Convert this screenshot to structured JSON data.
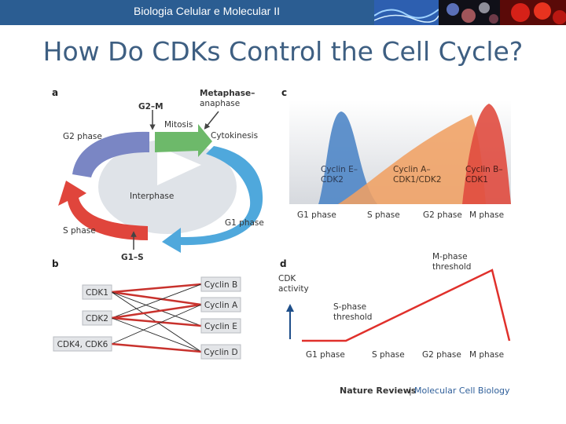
{
  "header": {
    "course_title": "Biologia Celular e Molecular II",
    "slide_title": "How Do CDKs Control the Cell Cycle?"
  },
  "panel_a": {
    "letter": "a",
    "labels": {
      "g2m": "G2–M",
      "metaphase_line1": "Metaphase–",
      "metaphase_line2": "anaphase",
      "mitosis": "Mitosis",
      "cytokinesis": "Cytokinesis",
      "g2_phase": "G2 phase",
      "interphase": "Interphase",
      "s_phase": "S phase",
      "g1_phase": "G1 phase",
      "g1s": "G1–S"
    },
    "colors": {
      "mitosis": "#6db96a",
      "g1": "#4fa8dc",
      "s": "#e0453c",
      "g2": "#7a86c4",
      "center": "#dfe3e8"
    }
  },
  "panel_b": {
    "letter": "b",
    "cdks": [
      "CDK1",
      "CDK2",
      "CDK4, CDK6"
    ],
    "cyclins": [
      "Cyclin B",
      "Cyclin A",
      "Cyclin E",
      "Cyclin D"
    ],
    "colors": {
      "red_link": "#c8322d",
      "black_link": "#222222"
    }
  },
  "panel_c": {
    "letter": "c",
    "peaks": [
      {
        "line1": "Cyclin E–",
        "line2": "CDK2",
        "color": "#4f86c6"
      },
      {
        "line1": "Cyclin A–",
        "line2": "CDK1/CDK2",
        "color": "#f0a063"
      },
      {
        "line1": "Cyclin B–",
        "line2": "CDK1",
        "color": "#e04b3f"
      }
    ],
    "phases": [
      "G1 phase",
      "S phase",
      "G2 phase",
      "M phase"
    ]
  },
  "panel_d": {
    "letter": "d",
    "y_label_line1": "CDK",
    "y_label_line2": "activity",
    "annotations": {
      "m_threshold_line1": "M-phase",
      "m_threshold_line2": "threshold",
      "s_threshold_line1": "S-phase",
      "s_threshold_line2": "threshold"
    },
    "phases": [
      "G1 phase",
      "S phase",
      "G2 phase",
      "M phase"
    ],
    "colors": {
      "line": "#e0302b",
      "arrow": "#1f4f8a"
    }
  },
  "credit": {
    "journal": "Nature Reviews",
    "separator": "|",
    "section": "Molecular Cell Biology"
  }
}
